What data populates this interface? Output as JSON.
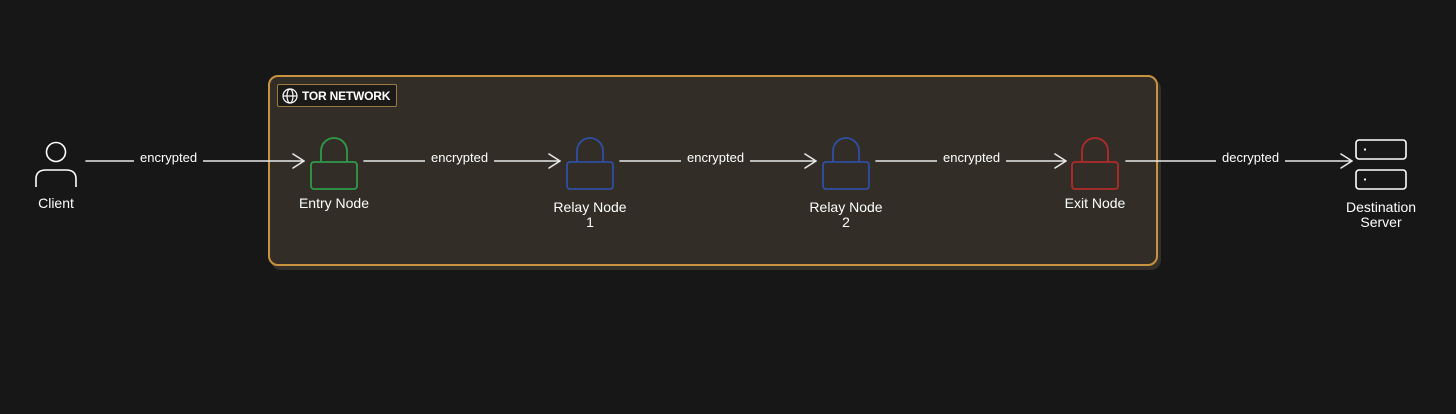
{
  "group": {
    "label": "TOR NETWORK",
    "icon": "globe-icon",
    "border_color": "#c9923e",
    "fill_color": "#322e27"
  },
  "nodes": {
    "client": {
      "label": "Client",
      "icon": "user-icon"
    },
    "entry": {
      "label": "Entry Node",
      "icon": "lock-icon",
      "color": "#2f9a48"
    },
    "relay1": {
      "label_line1": "Relay Node",
      "label_line2": "1",
      "icon": "lock-icon",
      "color": "#2f4fa3"
    },
    "relay2": {
      "label_line1": "Relay Node",
      "label_line2": "2",
      "icon": "lock-icon",
      "color": "#2f4fa3"
    },
    "exit": {
      "label": "Exit Node",
      "icon": "lock-icon",
      "color": "#b12b2b"
    },
    "server": {
      "label_line1": "Destination",
      "label_line2": "Server",
      "icon": "server-icon"
    }
  },
  "edges": [
    {
      "from": "Client",
      "to": "Entry Node",
      "label": "encrypted"
    },
    {
      "from": "Entry Node",
      "to": "Relay Node 1",
      "label": "encrypted"
    },
    {
      "from": "Relay Node 1",
      "to": "Relay Node 2",
      "label": "encrypted"
    },
    {
      "from": "Relay Node 2",
      "to": "Exit Node",
      "label": "encrypted"
    },
    {
      "from": "Exit Node",
      "to": "Destination Server",
      "label": "decrypted"
    }
  ]
}
